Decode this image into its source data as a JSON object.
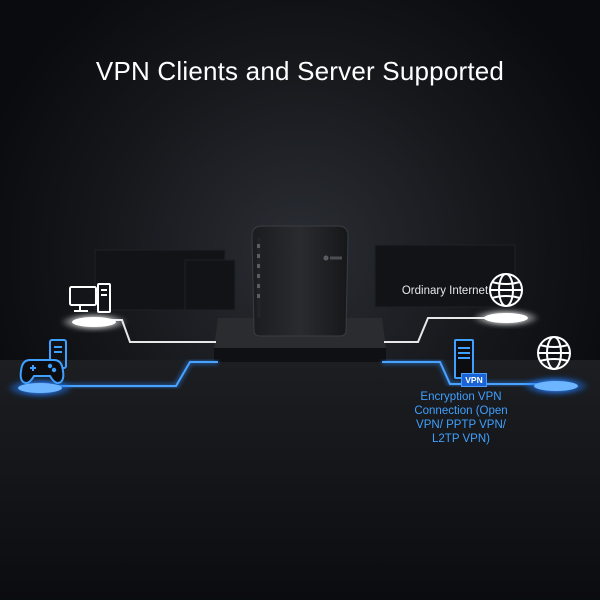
{
  "title": "VPN Clients and Server Supported",
  "labels": {
    "ordinary_internet": "Ordinary Internet",
    "encryption_vpn": "Encryption VPN Connection (Open VPN/ PPTP VPN/ L2TP VPN)",
    "vpn_tag": "VPN"
  },
  "colors": {
    "background": "#0b0d11",
    "white_line": "#e8e8e8",
    "vpn_blue": "#2f8cff",
    "glow_white": "#ffffff",
    "glow_blue": "#1e7bff"
  },
  "icons": {
    "router": "router-icon",
    "desktop_pc": "desktop-computer-icon",
    "game_console": "gamepad-icon",
    "globe": "globe-icon",
    "server": "server-icon"
  }
}
